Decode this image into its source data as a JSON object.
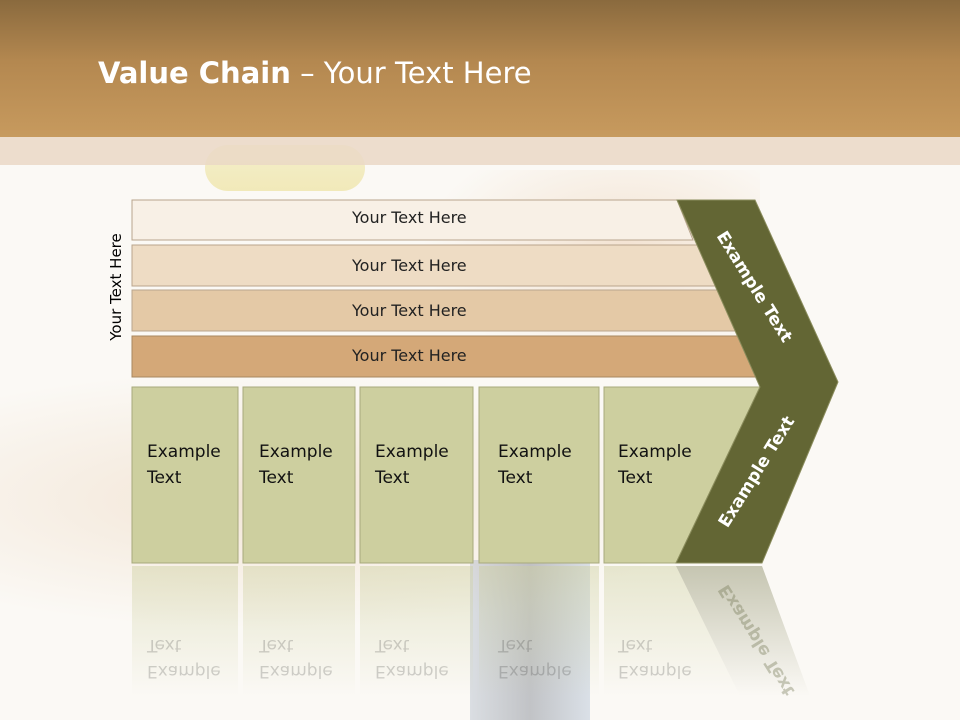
{
  "title": {
    "bold": "Value Chain",
    "rest": " – Your Text Here"
  },
  "side_label": "Your Text Here",
  "rows": [
    {
      "label": "Your Text Here",
      "color": "#f8f0e6"
    },
    {
      "label": "Your Text Here",
      "color": "#eedcc4"
    },
    {
      "label": "Your Text Here",
      "color": "#e4c9a6"
    },
    {
      "label": "Your Text Here",
      "color": "#d4a878"
    }
  ],
  "boxes": [
    {
      "line1": "Example",
      "line2": "Text"
    },
    {
      "line1": "Example",
      "line2": "Text"
    },
    {
      "line1": "Example",
      "line2": "Text"
    },
    {
      "line1": "Example",
      "line2": "Text"
    },
    {
      "line1": "Example",
      "line2": "Text"
    }
  ],
  "chevron": {
    "top_label": "Example Text",
    "bottom_label": "Example Text",
    "color": "#636634"
  },
  "colors": {
    "header": "#b48850",
    "box_fill": "#cdcf9f",
    "box_border": "#a8aa7c"
  }
}
